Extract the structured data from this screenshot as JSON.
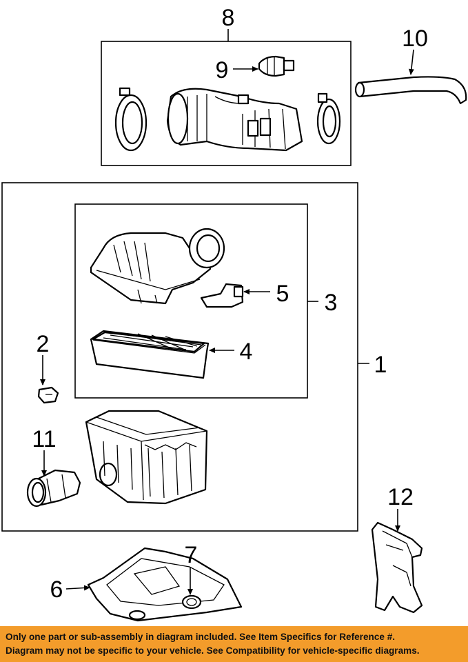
{
  "callouts": {
    "c1": "1",
    "c2": "2",
    "c3": "3",
    "c4": "4",
    "c5": "5",
    "c6": "6",
    "c7": "7",
    "c8": "8",
    "c9": "9",
    "c10": "10",
    "c11": "11",
    "c12": "12"
  },
  "footer": {
    "line1": "Only one part or sub-assembly in diagram included. See Item Specifics for Reference #.",
    "line2": "Diagram may not be specific to your vehicle. See Compatibility for vehicle-specific diagrams."
  },
  "colors": {
    "footer_bg": "#f39c2b",
    "ink": "#000000"
  }
}
